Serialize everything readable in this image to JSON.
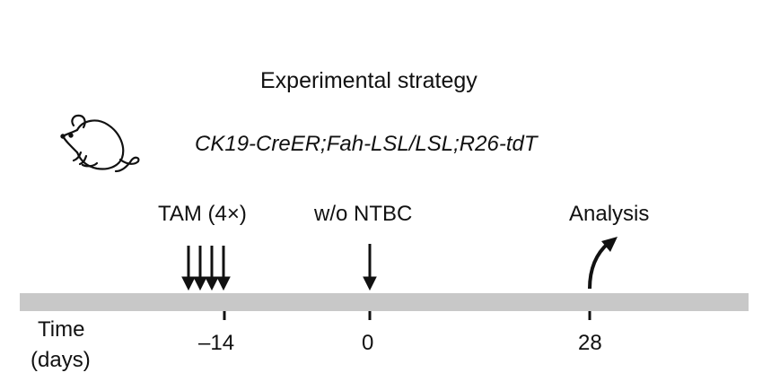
{
  "diagram": {
    "title": "Experimental strategy",
    "genotype": "CK19-CreER;Fah-LSL/LSL;R26-tdT",
    "events": {
      "tam": "TAM (4×)",
      "ntbc": "w/o NTBC",
      "analysis": "Analysis"
    },
    "axis": {
      "label_line1": "Time",
      "label_line2": "(days)",
      "ticks": [
        "–14",
        "0",
        "28"
      ]
    },
    "icons": [
      "mouse-icon",
      "down-arrow-icon",
      "curved-arrow-icon"
    ],
    "colors": {
      "timeline": "#c8c8c8",
      "ink": "#111111"
    }
  }
}
